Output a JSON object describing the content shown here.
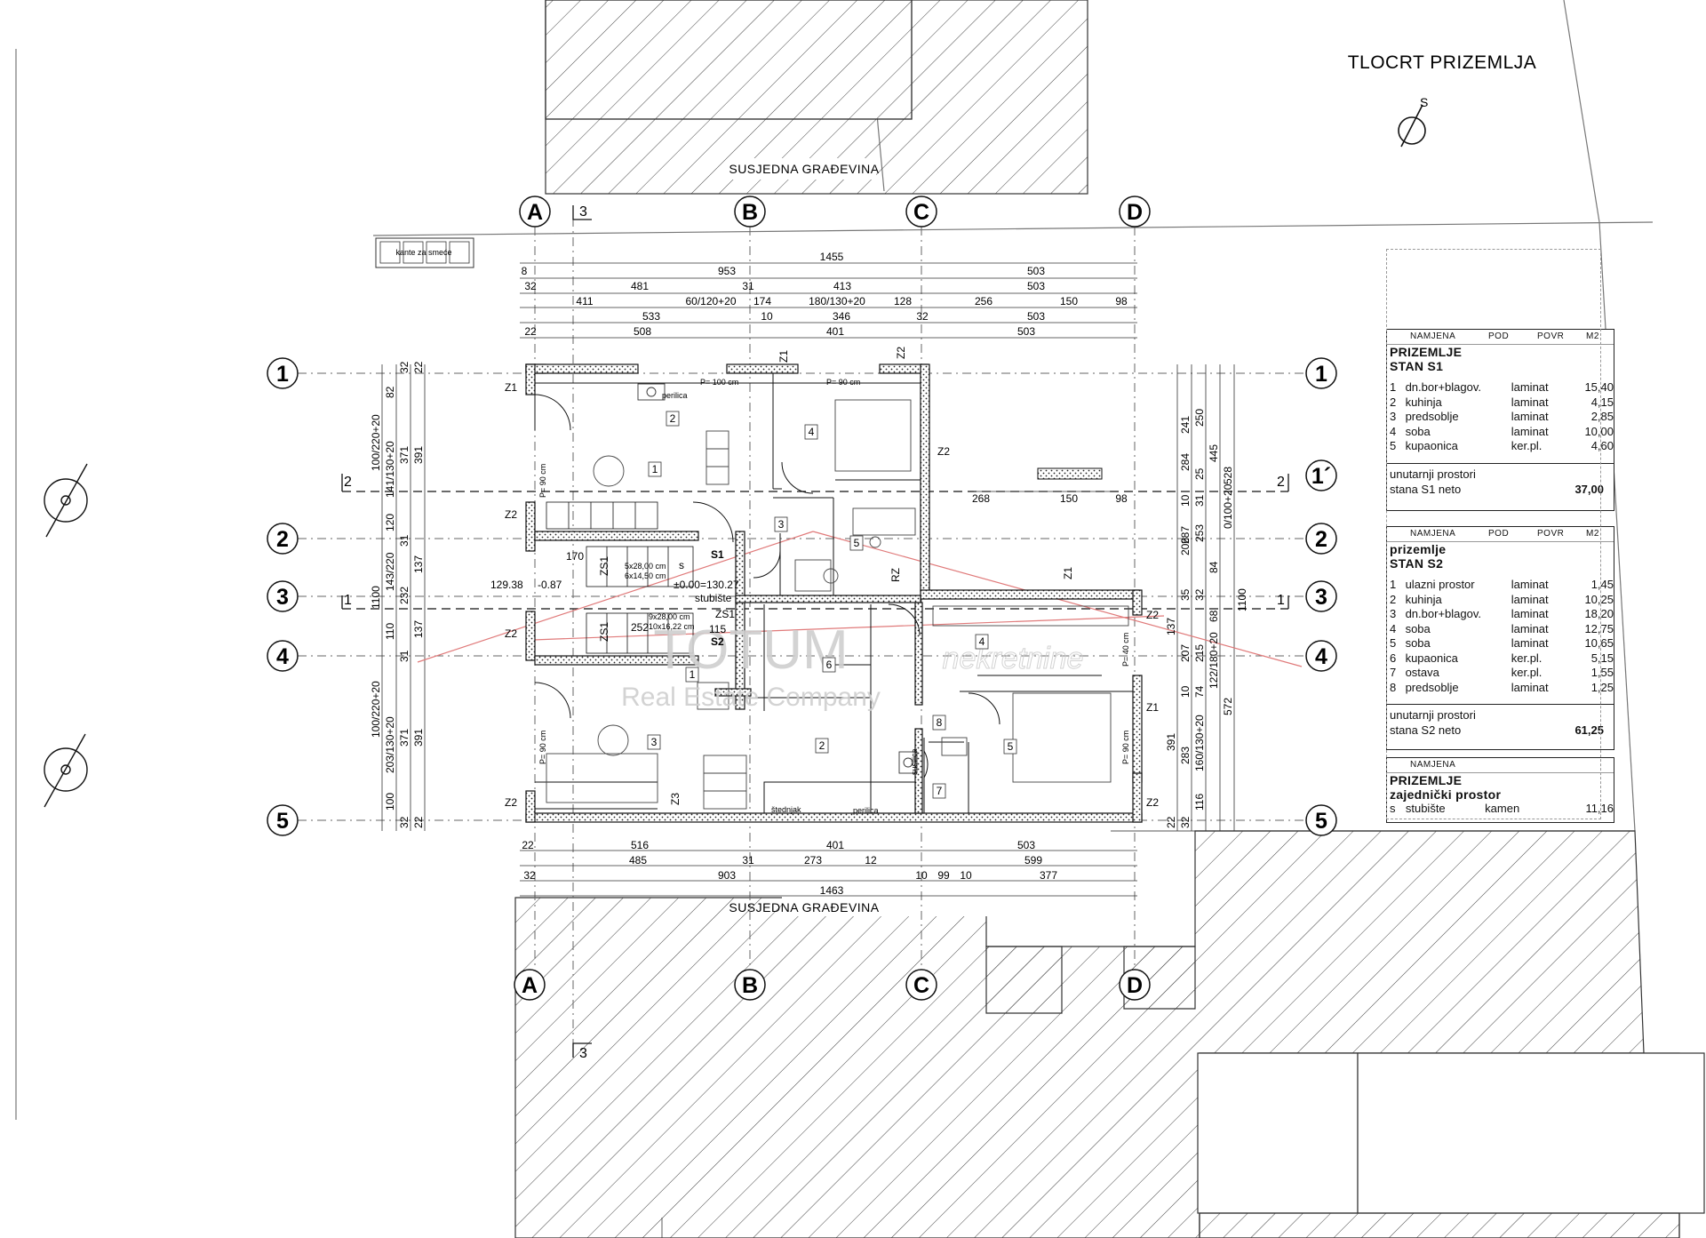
{
  "drawing": {
    "title": "TLOCRT PRIZEMLJA",
    "north_label": "S",
    "neighbor_top": "SUSJEDNA GRAĐEVINA",
    "neighbor_bottom": "SUSJEDNA GRAĐEVINA",
    "bins_label": "kante za smeće",
    "section_mark": "3",
    "section_mark_2": "2",
    "section_mark_1": "1",
    "grid_letters": [
      "A",
      "B",
      "C",
      "D"
    ],
    "grid_numbers": [
      "1",
      "1´",
      "2",
      "3",
      "4",
      "5"
    ]
  },
  "watermark": {
    "brand": "TOTUM",
    "sub": "Real Estate Company",
    "script": "nekretnine"
  },
  "dims_top": [
    "1455",
    "953",
    "503",
    "481",
    "31",
    "413",
    "503",
    "411",
    "60/120+20",
    "174",
    "180/130+20",
    "128",
    "256",
    "150",
    "98",
    "533",
    "10",
    "346",
    "32",
    "503",
    "508",
    "401",
    "503",
    "8",
    "32",
    "22"
  ],
  "dims_bottom": [
    "516",
    "401",
    "503",
    "485",
    "31",
    "273",
    "12",
    "599",
    "903",
    "10",
    "99",
    "10",
    "377",
    "1463",
    "22",
    "32"
  ],
  "dims_left": [
    "100/220+20",
    "141/130+20",
    "371",
    "391",
    "82",
    "32",
    "22",
    "120",
    "31",
    "143/220",
    "232",
    "137",
    "1100",
    "110",
    "137",
    "31",
    "100/220+20",
    "203/130+20",
    "371",
    "391",
    "100",
    "32",
    "22"
  ],
  "dims_right": [
    "241",
    "250",
    "284",
    "445",
    "528",
    "25",
    "10",
    "31",
    "0/100+20",
    "287",
    "206",
    "253",
    "84",
    "35",
    "32",
    "1100",
    "137",
    "207",
    "215",
    "122/180+20",
    "68",
    "10",
    "74",
    "391",
    "283",
    "160/130+20",
    "572",
    "116",
    "32",
    "22"
  ],
  "mid_dims": [
    "268",
    "150",
    "98"
  ],
  "plan_labels": {
    "z1": "Z1",
    "z2": "Z2",
    "z3": "Z3",
    "rz": "RZ",
    "zs1": "ZS1",
    "s1": "S1",
    "s2": "S2",
    "s": "s",
    "stair": "±0.00=130.27",
    "stair_word": "stubište",
    "level_left": "129.38",
    "level_neg": "-0.87",
    "stair_dims_1": "5x28,00 cm",
    "stair_dims_2": "6x14,50 cm",
    "stair_dims_3": "9x28,00 cm",
    "stair_dims_4": "10x16,22 cm",
    "w170": "170",
    "w252": "252",
    "w115": "115",
    "p100": "P= 100 cm",
    "p90": "P= 90 cm",
    "p40": "P= 40 cm",
    "perilica": "perilica",
    "susilica": "sušilica",
    "stedrejak": "štednjak"
  },
  "room_numbers_s1": [
    "1",
    "2",
    "3",
    "4",
    "5"
  ],
  "room_numbers_s2": [
    "1",
    "2",
    "3",
    "4",
    "5",
    "6",
    "7",
    "8"
  ],
  "table_s1": {
    "header": [
      "NAMJENA",
      "POD",
      "POVR",
      "M2"
    ],
    "section_line1": "PRIZEMLJE",
    "section_line2": "STAN S1",
    "rows": [
      {
        "n": "1",
        "name": "dn.bor+blagov.",
        "floor": "laminat",
        "area": "15,40"
      },
      {
        "n": "2",
        "name": "kuhinja",
        "floor": "laminat",
        "area": "4,15"
      },
      {
        "n": "3",
        "name": "predsoblje",
        "floor": "laminat",
        "area": "2,85"
      },
      {
        "n": "4",
        "name": "soba",
        "floor": "laminat",
        "area": "10,00"
      },
      {
        "n": "5",
        "name": "kupaonica",
        "floor": "ker.pl.",
        "area": "4,60"
      }
    ],
    "footer_line1": "unutarnji prostori",
    "footer_line2": "stana S1 neto",
    "total": "37,00"
  },
  "table_s2": {
    "header": [
      "NAMJENA",
      "POD",
      "POVR",
      "M2"
    ],
    "section_line1": "prizemlje",
    "section_line2": "STAN S2",
    "rows": [
      {
        "n": "1",
        "name": "ulazni prostor",
        "floor": "laminat",
        "area": "1,45"
      },
      {
        "n": "2",
        "name": "kuhinja",
        "floor": "laminat",
        "area": "10,25"
      },
      {
        "n": "3",
        "name": "dn.bor+blagov.",
        "floor": "laminat",
        "area": "18,20"
      },
      {
        "n": "4",
        "name": "soba",
        "floor": "laminat",
        "area": "12,75"
      },
      {
        "n": "5",
        "name": "soba",
        "floor": "laminat",
        "area": "10,65"
      },
      {
        "n": "6",
        "name": "kupaonica",
        "floor": "ker.pl.",
        "area": "5,15"
      },
      {
        "n": "7",
        "name": "ostava",
        "floor": "ker.pl.",
        "area": "1,55"
      },
      {
        "n": "8",
        "name": "predsoblje",
        "floor": "laminat",
        "area": "1,25"
      }
    ],
    "footer_line1": "unutarnji prostori",
    "footer_line2": "stana S2 neto",
    "total": "61,25"
  },
  "table_common": {
    "header": [
      "NAMJENA"
    ],
    "section_line1": "PRIZEMLJE",
    "section_line2": "zajednički prostor",
    "rows": [
      {
        "n": "s",
        "name": "stubište",
        "floor": "kamen",
        "area": "11,16"
      }
    ]
  },
  "colors": {
    "wall": "#111111",
    "hatch": "#333333",
    "grid": "#555555",
    "watermark": "#cfcfcf",
    "redline": "#e07a7a"
  },
  "icons": [
    "north-arrow-icon",
    "grid-bubble-icon",
    "well-symbol-icon",
    "washing-machine-icon",
    "toilet-icon",
    "sink-icon"
  ]
}
